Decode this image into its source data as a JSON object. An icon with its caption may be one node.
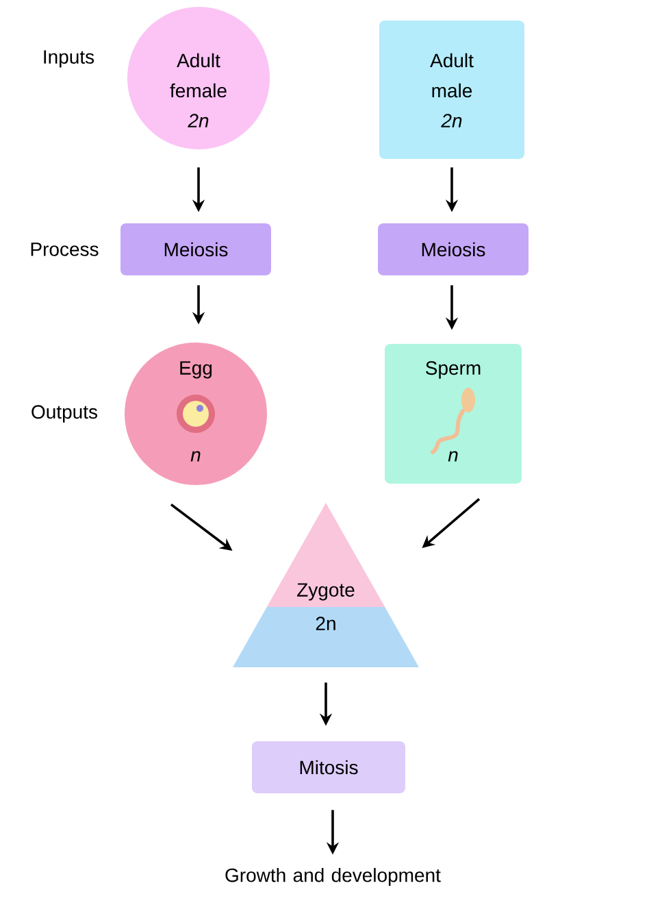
{
  "diagram": {
    "nodes": [
      {
        "text": [
          "Adult female",
          "2n"
        ]
      },
      {
        "text": [
          "Adult male",
          "2n"
        ]
      },
      {
        "text": [
          "Meiosis"
        ]
      },
      {
        "text": [
          "Meiosis"
        ]
      },
      {
        "text": [
          "Egg",
          "n"
        ]
      },
      {
        "text": [
          "Sperm",
          "n"
        ]
      },
      {
        "text": [
          "Zygote",
          "2n"
        ]
      },
      {
        "text": [
          "Mitosis"
        ]
      },
      {
        "text": [
          "Growth and development"
        ]
      }
    ],
    "edges": [
      {
        "from": 0,
        "to": 2,
        "arrow": "to"
      },
      {
        "from": 1,
        "to": 3,
        "arrow": "to"
      },
      {
        "from": 2,
        "to": 4,
        "arrow": "to"
      },
      {
        "from": 3,
        "to": 5,
        "arrow": "to"
      },
      {
        "from": 4,
        "to": 6,
        "arrow": "to"
      },
      {
        "from": 5,
        "to": 6,
        "arrow": "to"
      },
      {
        "from": 6,
        "to": 7,
        "arrow": "to"
      },
      {
        "from": 7,
        "to": 8,
        "arrow": "to"
      }
    ],
    "labels": [
      "Inputs",
      "Process",
      "Outputs"
    ]
  }
}
